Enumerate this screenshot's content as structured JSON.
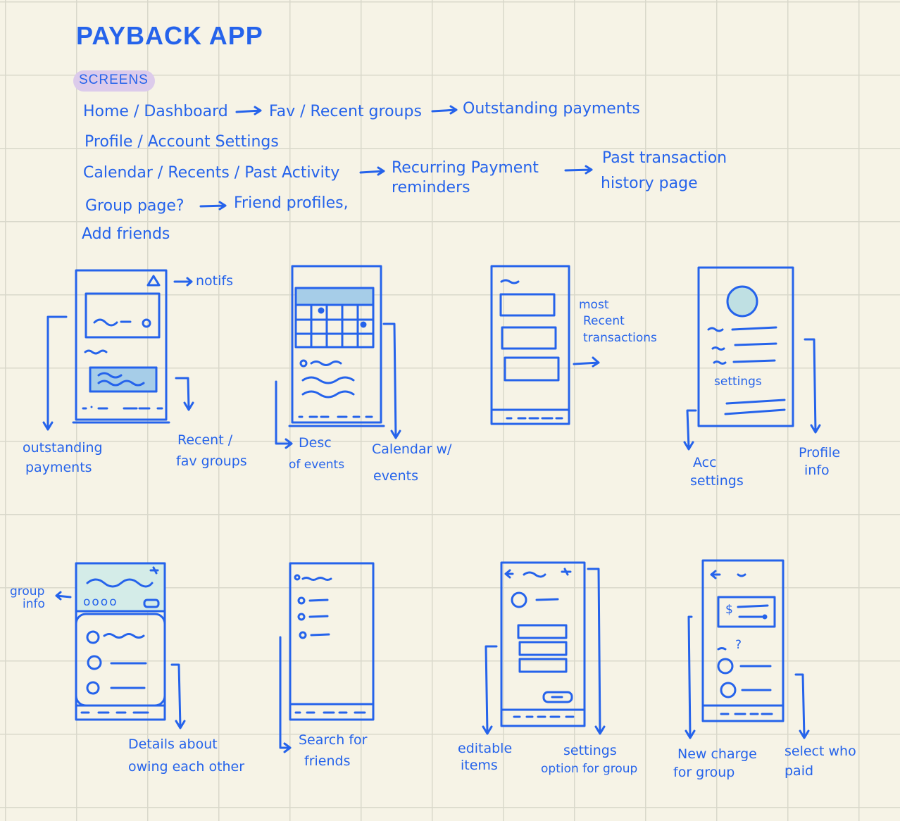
{
  "title": "PAYBACK APP",
  "section_label": "SCREENS",
  "screen_flow": {
    "row1": [
      "Home / Dashboard",
      "Fav / Recent groups",
      "Outstanding payments"
    ],
    "row2": [
      "Profile / Account Settings"
    ],
    "row3": [
      "Calendar / Recents / Past Activity",
      "Recurring Payment",
      "reminders",
      "Past transaction",
      "history page"
    ],
    "row4": [
      "Group page?",
      "Friend profiles,"
    ],
    "row5": [
      "Add friends"
    ]
  },
  "wireframe_annotations": {
    "notifs": "notifs",
    "outstanding_1": "outstanding",
    "outstanding_2": "payments",
    "recent_1": "Recent /",
    "recent_2": "fav groups",
    "desc_1": "Desc",
    "desc_2": "of events",
    "calendar_1": "Calendar w/",
    "calendar_2": "events",
    "most_1": "most",
    "most_2": "Recent",
    "most_3": "transactions",
    "settings_inner": "settings",
    "acc_1": "Acc",
    "acc_2": "settings",
    "profile_1": "Profile",
    "profile_2": "info",
    "group_info_1": "group",
    "group_info_2": "info",
    "group_dots": "oooo",
    "details_1": "Details about",
    "details_2": "owing each other",
    "search_1": "Search for",
    "search_2": "friends",
    "editable_1": "editable",
    "editable_2": "items",
    "settings_opt_1": "settings",
    "settings_opt_2": "option for group",
    "new_charge_1": "New charge",
    "new_charge_2": "for group",
    "select_1": "select who",
    "select_2": "paid",
    "dollar": "$",
    "question": "?"
  },
  "colors": {
    "ink": "#2563eb",
    "highlight": "#dccbeb",
    "fill": "#d4ece8",
    "paper": "#f6f3e6",
    "grid": "#d9d8cb"
  }
}
